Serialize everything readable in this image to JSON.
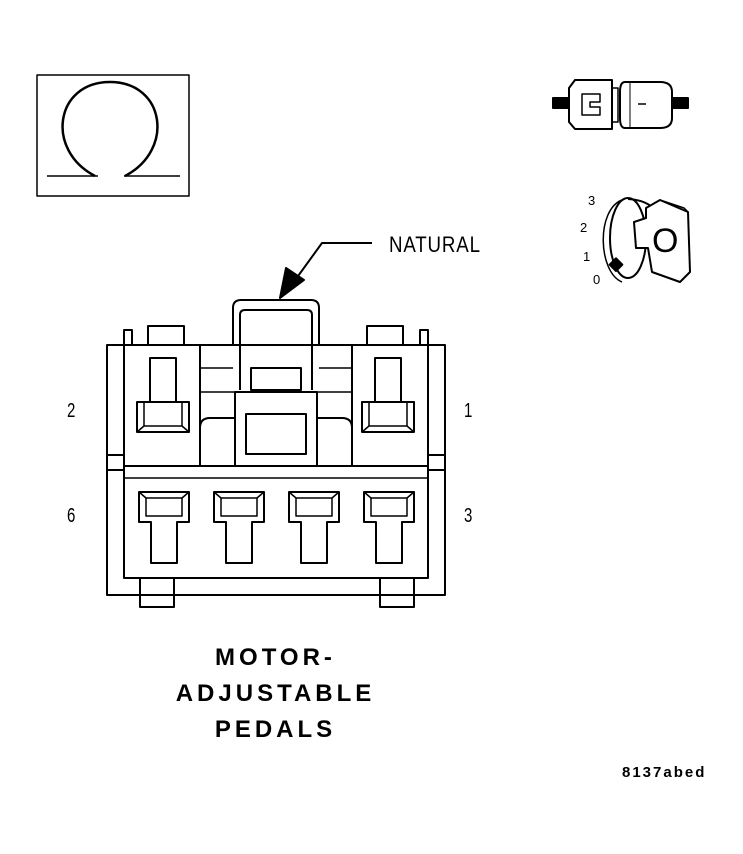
{
  "connector": {
    "callout_label": "NATURAL",
    "pins": {
      "top_left": "2",
      "top_right": "1",
      "bottom_left": "6",
      "bottom_right": "3"
    }
  },
  "key_positions": [
    "3",
    "2",
    "1",
    "0"
  ],
  "key_face_letter": "O",
  "title_lines": [
    "MOTOR-",
    "ADJUSTABLE",
    "PEDALS"
  ],
  "figure_code": "8137abed",
  "icons": [
    "omega-terminal-icon",
    "connector-pair-icon",
    "ignition-key-icon"
  ]
}
